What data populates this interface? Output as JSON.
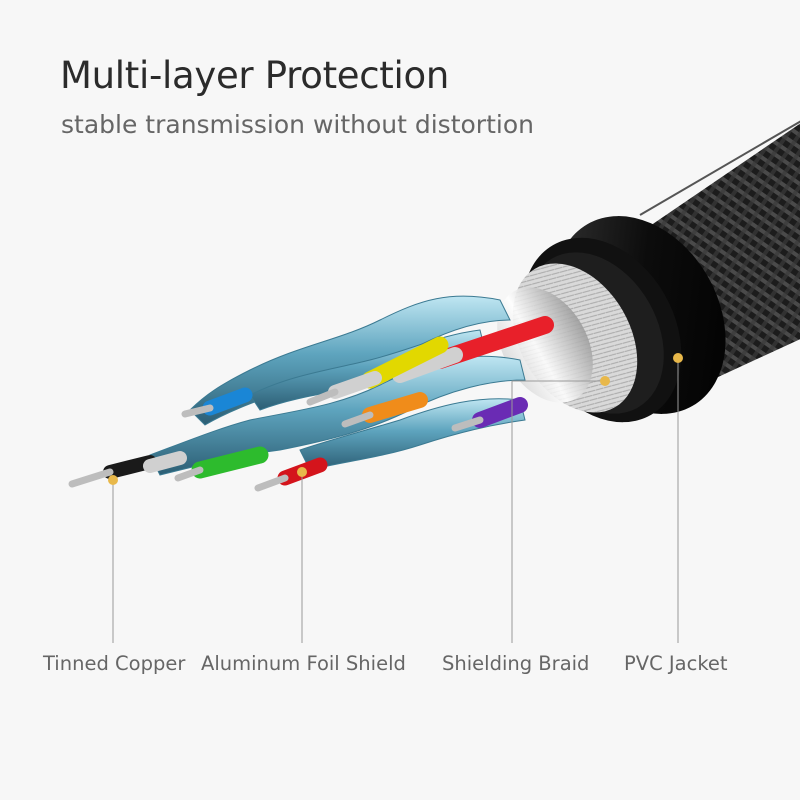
{
  "header": {
    "title": "Multi-layer Protection",
    "subtitle": "stable transmission without distortion"
  },
  "labels": {
    "tinned_copper": "Tinned Copper",
    "aluminum_foil_shield": "Aluminum Foil Shield",
    "shielding_braid": "Shielding Braid",
    "pvc_jacket": "PVC Jacket"
  },
  "colors": {
    "background": "#f7f7f7",
    "callout_dot": "#e8b84a",
    "foil": "#5ea4be",
    "braid": "#2a2a2a",
    "pvc": "#0d0d0d"
  }
}
